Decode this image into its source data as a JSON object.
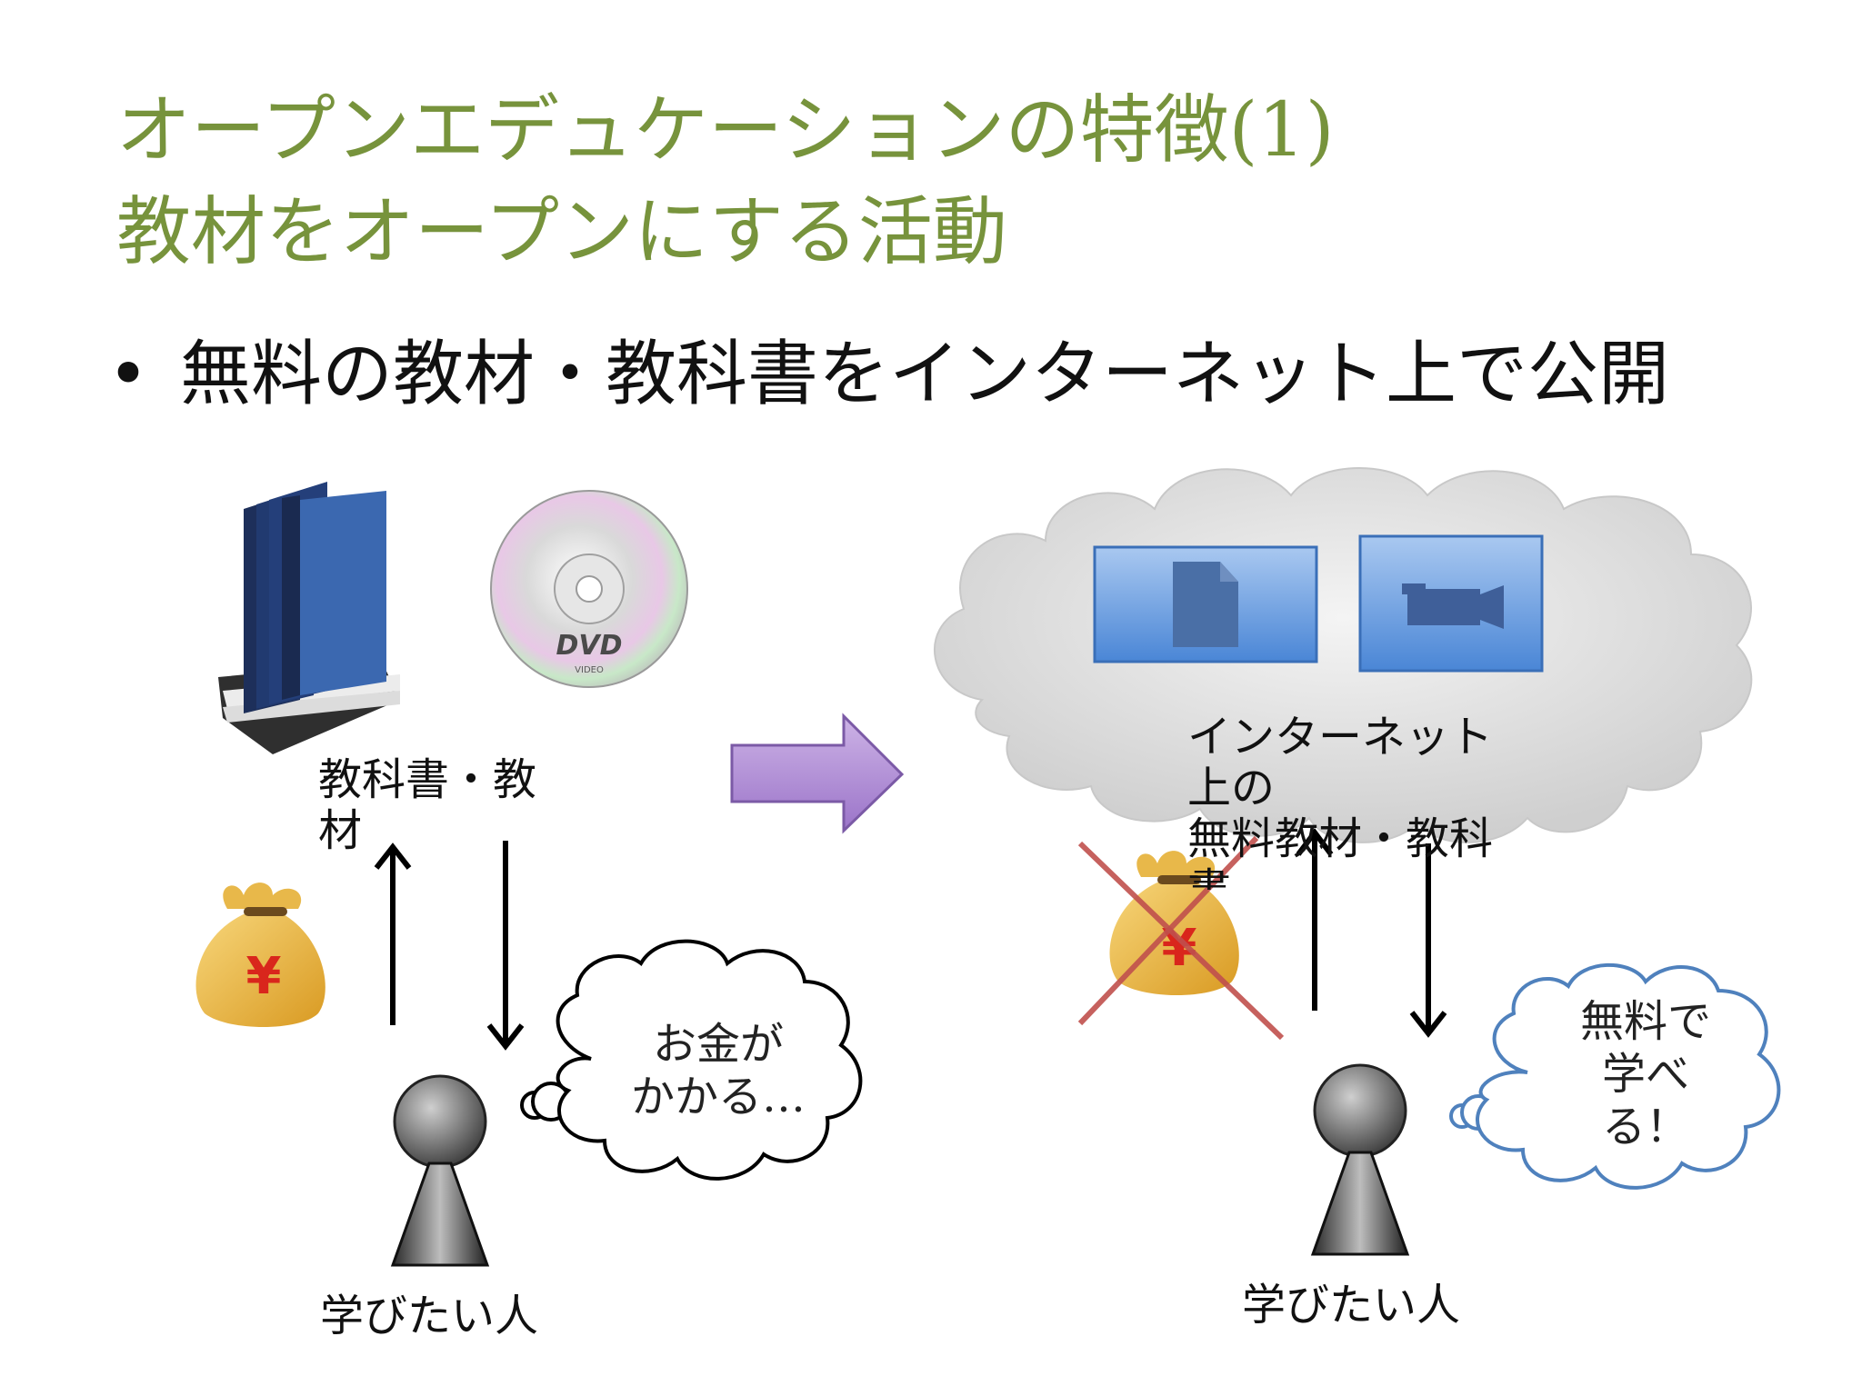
{
  "title": {
    "line1": "オープンエデュケーションの特徴(1)",
    "line2": "教材をオープンにする活動"
  },
  "bullet": {
    "marker": "•",
    "text": "無料の教材・教科書をインターネット上で公開"
  },
  "left": {
    "materials_label_1": "教科書・教",
    "materials_label_2": "材",
    "dvd_text": "DVD",
    "dvd_subtext": "VIDEO",
    "money_symbol": "¥",
    "thought": [
      "お金が",
      "かかる…"
    ],
    "person_label": "学びたい人"
  },
  "right": {
    "cloud_label": [
      "インターネット",
      "上の",
      "無料教材・教科",
      "書"
    ],
    "money_symbol": "¥",
    "thought": [
      "無料で",
      "学べ",
      "る！"
    ],
    "person_label": "学びたい人"
  },
  "colors": {
    "title": "#77933c",
    "arrow_fill": "#b894d8",
    "tile_blue": "#5b93dc",
    "cross_red": "#c0504d",
    "blue_bubble": "#4f81bd"
  },
  "icons": [
    "book-stack-icon",
    "dvd-icon",
    "money-bag-icon",
    "document-icon",
    "video-camera-icon",
    "person-icon",
    "thought-bubble-icon"
  ]
}
